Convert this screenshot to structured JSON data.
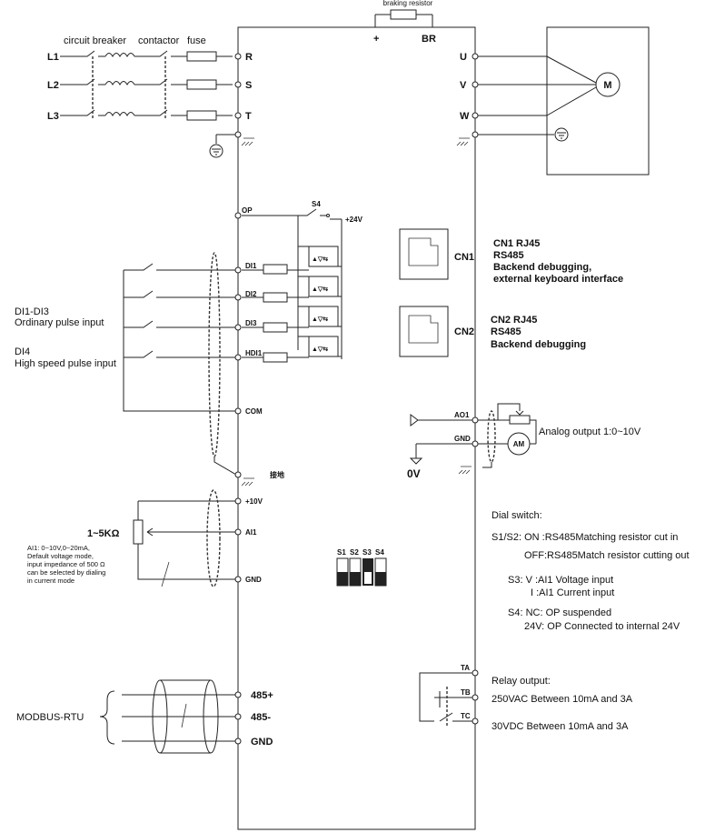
{
  "top": {
    "braking_resistor": "braking resistor",
    "plus": "+",
    "br": "BR"
  },
  "inputs": {
    "circuit_breaker": "circuit breaker",
    "contactor": "contactor",
    "fuse": "fuse",
    "l1": "L1",
    "l2": "L2",
    "l3": "L3",
    "r": "R",
    "s": "S",
    "t": "T"
  },
  "outputs": {
    "u": "U",
    "v": "V",
    "w": "W",
    "motor": "M"
  },
  "digital": {
    "op": "OP",
    "s4": "S4",
    "plus24": "+24V",
    "di1": "DI1",
    "di2": "DI2",
    "di3": "DI3",
    "hdi1": "HDI1",
    "com": "COM",
    "desc_di13_line1": "DI1-DI3",
    "desc_di13_line2": "Ordinary pulse input",
    "desc_di4_line1": "DI4",
    "desc_di4_line2": "High speed pulse input"
  },
  "cn1": {
    "tag": "CN1",
    "title": "CN1 RJ45",
    "line2": "RS485",
    "line3": "Backend debugging,",
    "line4": "external keyboard interface"
  },
  "cn2": {
    "tag": "CN2",
    "title": "CN2 RJ45",
    "line2": "RS485",
    "line3": "Backend debugging"
  },
  "analog_out": {
    "ao1": "AO1",
    "gnd": "GND",
    "am": "AM",
    "label": "Analog output 1:0~10V",
    "zero_v": "0V"
  },
  "ground": {
    "label": "接地"
  },
  "analog_in": {
    "plus10": "+10V",
    "ai1": "AI1",
    "gnd": "GND",
    "pot": "1~5KΩ",
    "note1": "AI1: 0~10V,0~20mA,",
    "note2": "Default voltage mode,",
    "note3": " input impedance of 500 Ω",
    "note4": "can be selected by dialing",
    "note5": "in current mode"
  },
  "dip": {
    "s1": "S1",
    "s2": "S2",
    "s3": "S3",
    "s4": "S4"
  },
  "dial": {
    "title": "Dial switch:",
    "l1": "S1/S2: ON :RS485Matching resistor cut in",
    "l2": "OFF:RS485Match resistor cutting out",
    "l3": "S3:   V :AI1  Voltage input",
    "l4": "I  :AI1  Current input",
    "l5": "S4: NC: OP suspended",
    "l6": "24V: OP  Connected to internal 24V"
  },
  "relay": {
    "ta": "TA",
    "tb": "TB",
    "tc": "TC",
    "title": "Relay output:",
    "l1": "250VAC Between 10mA and 3A",
    "l2": "30VDC Between 10mA and 3A"
  },
  "modbus": {
    "label": "MODBUS-RTU",
    "p485": "485+",
    "m485": "485-",
    "gnd": "GND"
  }
}
